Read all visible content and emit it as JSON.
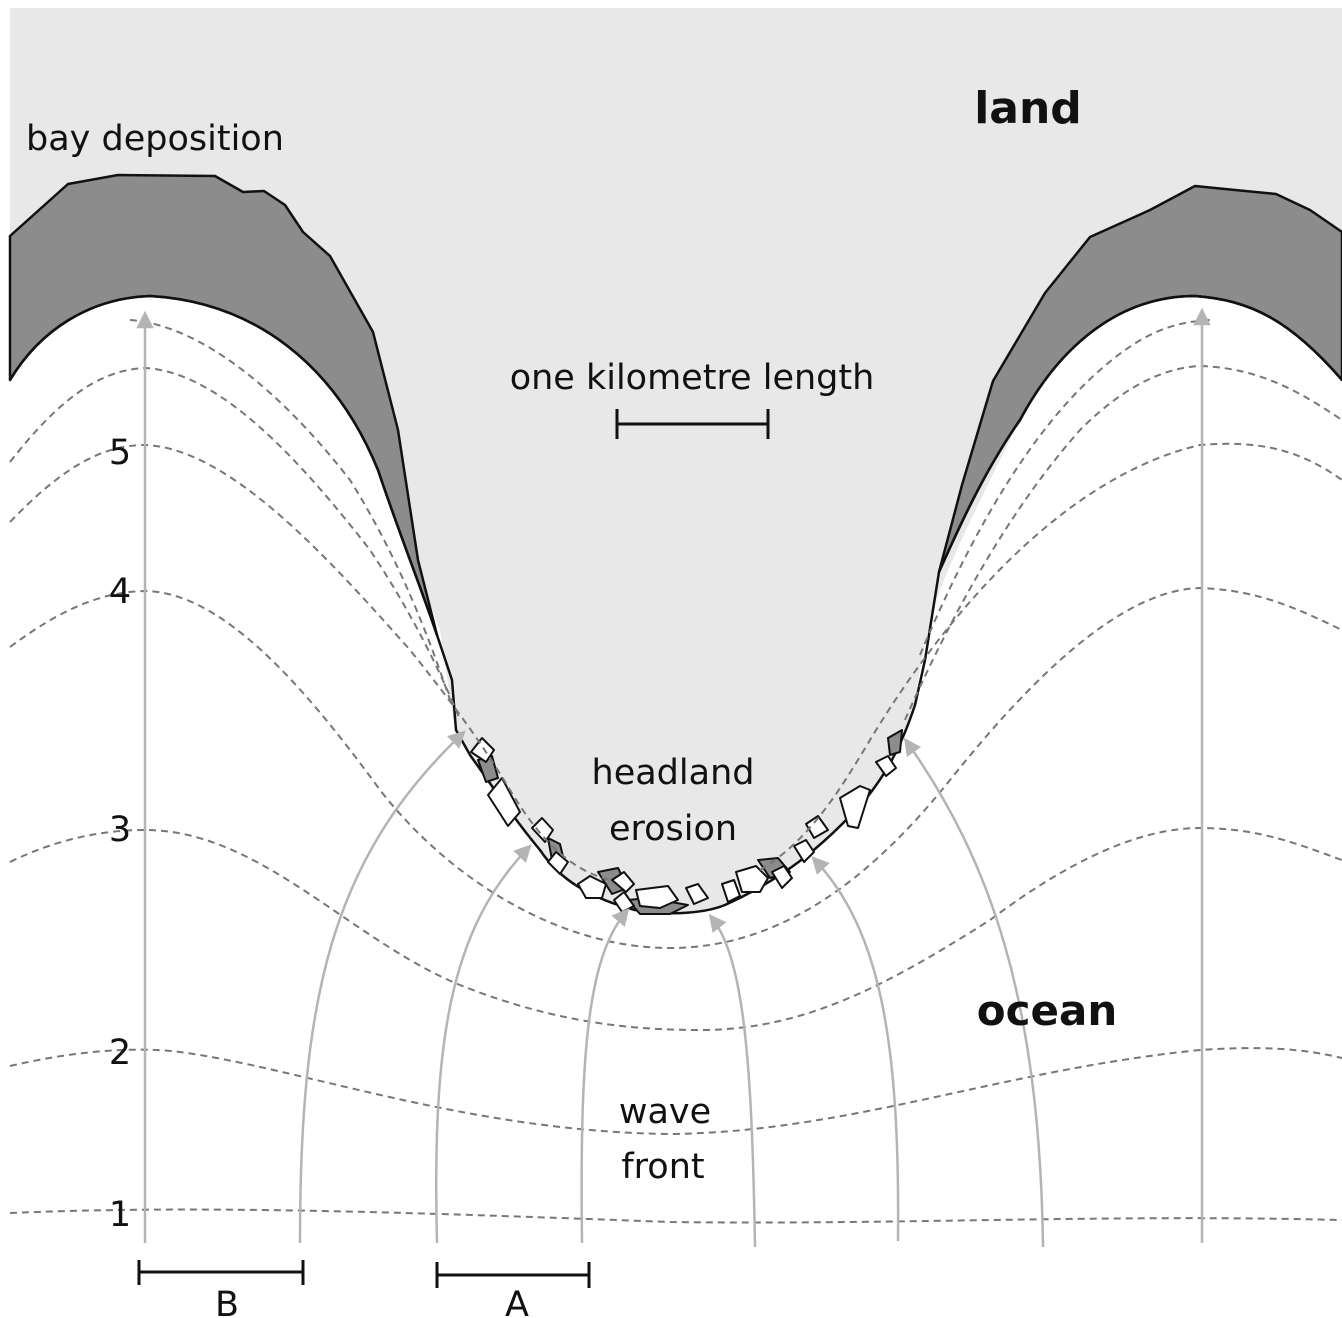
{
  "labels": {
    "land": "land",
    "ocean": "ocean",
    "bay_deposition": "bay deposition",
    "headland_erosion_line1": "headland",
    "headland_erosion_line2": "erosion",
    "wave_front_line1": "wave",
    "wave_front_line2": "front",
    "scale_caption": "one kilometre length"
  },
  "wave_front_numbers": [
    "1",
    "2",
    "3",
    "4",
    "5"
  ],
  "width_markers": {
    "bay": "B",
    "headland": "A"
  },
  "colors": {
    "land": "#e8e8e8",
    "deposition": "#8c8c8c",
    "ocean": "#ffffff",
    "wave_ray": "#b4b4b4",
    "wave_front": "#777777",
    "outline": "#111111"
  }
}
